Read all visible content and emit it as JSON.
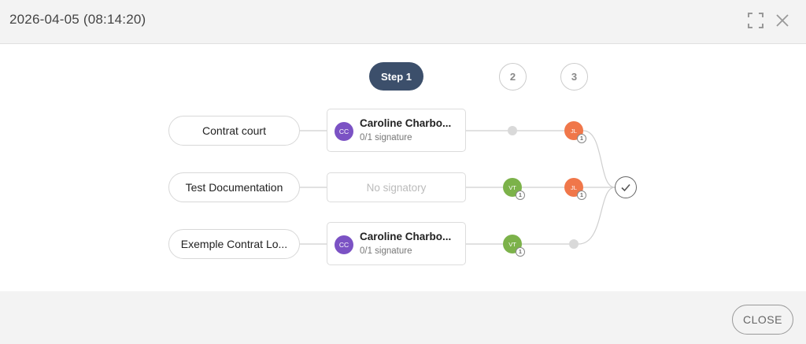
{
  "header": {
    "title": "2026-04-05 (08:14:20)"
  },
  "steps": {
    "step1": "Step 1",
    "step2": "2",
    "step3": "3"
  },
  "rows": [
    {
      "document": "Contrat court",
      "signatory": {
        "initials": "CC",
        "name": "Caroline Charbo...",
        "status": "0/1 signature"
      },
      "step2": {
        "type": "empty"
      },
      "step3": {
        "type": "badge",
        "initials": "JL",
        "color": "orange",
        "count": "1"
      }
    },
    {
      "document": "Test Documentation",
      "signatory_empty": "No signatory",
      "step2": {
        "type": "badge",
        "initials": "VT",
        "color": "green",
        "count": "1"
      },
      "step3": {
        "type": "badge",
        "initials": "JL",
        "color": "orange",
        "count": "1"
      }
    },
    {
      "document": "Exemple Contrat Lo...",
      "signatory": {
        "initials": "CC",
        "name": "Caroline Charbo...",
        "status": "0/1 signature"
      },
      "step2": {
        "type": "badge",
        "initials": "VT",
        "color": "green",
        "count": "1"
      },
      "step3": {
        "type": "empty"
      }
    }
  ],
  "footer": {
    "close_label": "CLOSE"
  },
  "colors": {
    "active_step": "#3c4f6b",
    "avatar": "#7b52c4",
    "green_badge": "#7cb24a",
    "orange_badge": "#f0774a"
  },
  "icons": {
    "expand": "expand-icon",
    "close": "close-icon",
    "final": "check-icon"
  }
}
